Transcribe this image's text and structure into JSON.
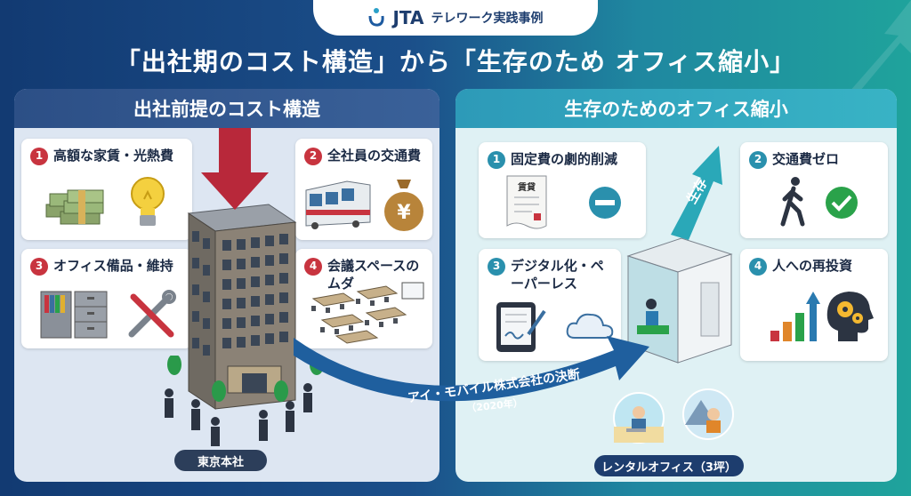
{
  "badge": {
    "brand": "JTA",
    "subtitle": "テレワーク実践事例"
  },
  "main_title": "「出社期のコスト構造」から「生存のため オフィス縮小」",
  "left_panel": {
    "title": "出社前提のコスト構造",
    "cards": [
      {
        "num": "1",
        "label": "高額な家賃・光熱費"
      },
      {
        "num": "2",
        "label": "全社員の交通費"
      },
      {
        "num": "3",
        "label": "オフィス備品・維持"
      },
      {
        "num": "4",
        "label": "会議スペースのムダ"
      }
    ],
    "building_label": "東京本社"
  },
  "right_panel": {
    "title": "生存のためのオフィス縮小",
    "cards": [
      {
        "num": "1",
        "label": "固定費の劇的削減"
      },
      {
        "num": "2",
        "label": "交通費ゼロ"
      },
      {
        "num": "3",
        "label": "デジタル化・ペーパーレス"
      },
      {
        "num": "4",
        "label": "人への再投資"
      }
    ],
    "document_label": "賃貸",
    "survival_label": "生存",
    "office_label": "レンタルオフィス（3坪）"
  },
  "transition": {
    "decision": "アイ・モバイル株式会社の決断",
    "year": "（2020年）"
  },
  "colors": {
    "red": "#c8343f",
    "teal": "#2a90ad",
    "navy": "#1d3d6e",
    "green": "#2aa24a"
  }
}
